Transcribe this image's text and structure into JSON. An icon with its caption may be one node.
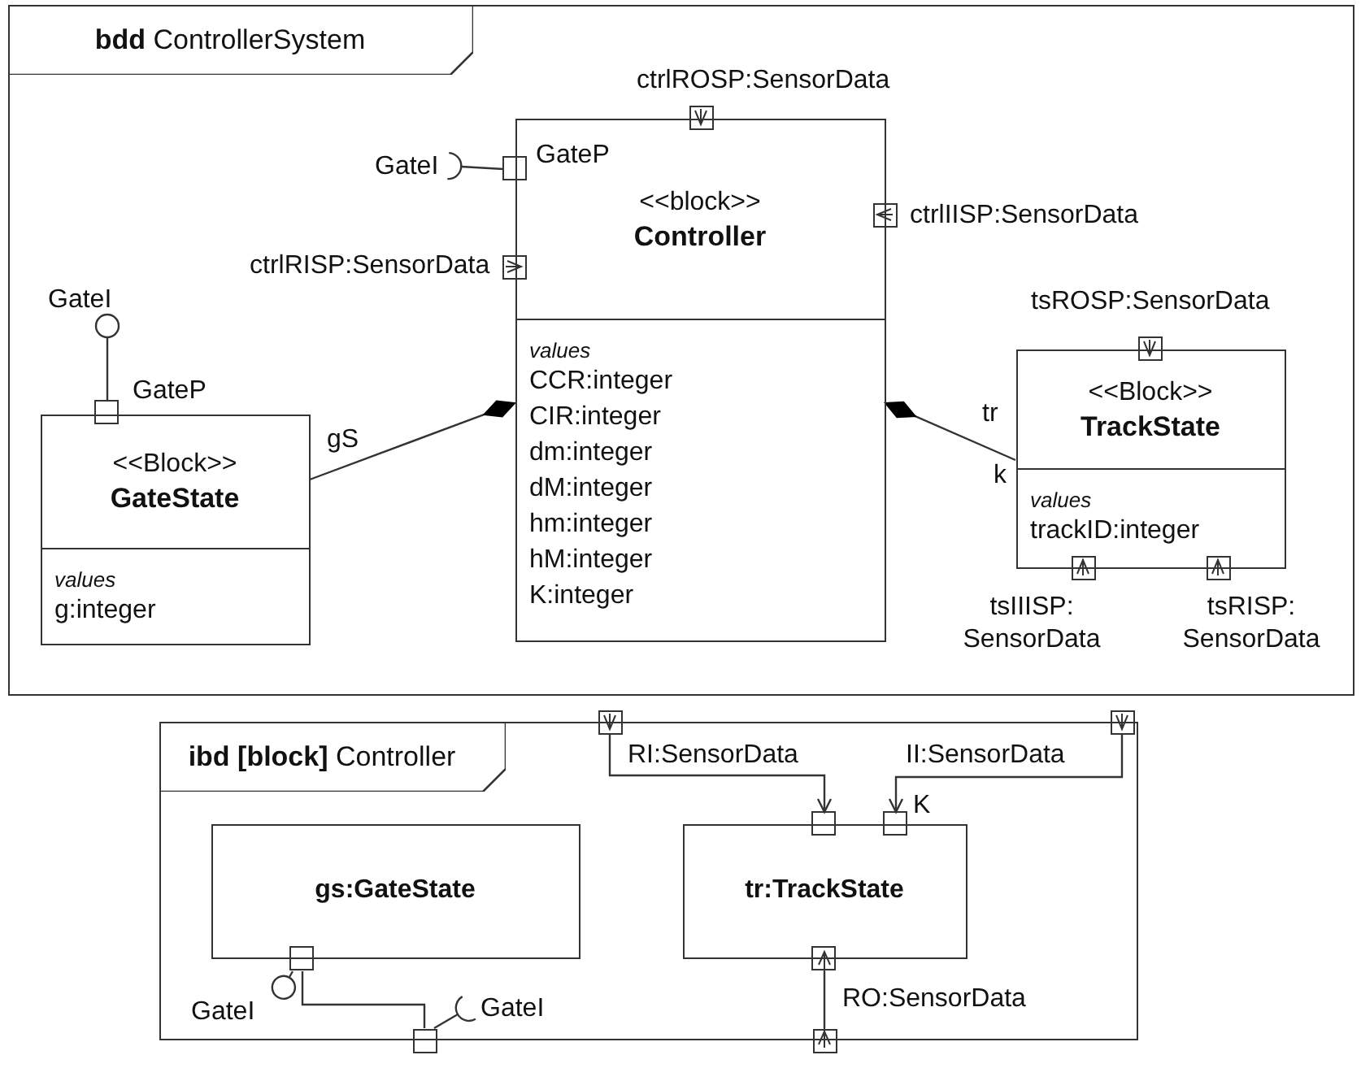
{
  "diagram": {
    "nodes": [
      {
        "text": [
          "**bdd** ControllerSystem"
        ]
      },
      {
        "text": [
          "<<block>>",
          "Controller",
          "values",
          "CCR:integer",
          "CIR:integer",
          "dm:integer",
          "dM:integer",
          "hm:integer",
          "hM:integer",
          "K:integer"
        ],
        "in": 0
      },
      {
        "text": [
          "ctrlROSP:SensorData"
        ],
        "in": 0
      },
      {
        "text": [
          "GateP"
        ],
        "in": 0
      },
      {
        "text": [
          "GateI"
        ],
        "in": 0
      },
      {
        "text": [
          "ctrlRISP:SensorData"
        ],
        "in": 0
      },
      {
        "text": [
          "ctrlIISP:SensorData"
        ],
        "in": 0
      },
      {
        "text": [
          "GateI"
        ],
        "in": 0
      },
      {
        "text": [
          "GateP"
        ],
        "in": 0
      },
      {
        "text": [
          "<<Block>>",
          "GateState",
          "values",
          "g:integer"
        ],
        "in": 0
      },
      {
        "text": [
          "tsROSP:SensorData"
        ],
        "in": 0
      },
      {
        "text": [
          "<<Block>>",
          "TrackState",
          "values",
          "trackID:integer"
        ],
        "in": 0
      },
      {
        "text": [
          "tsIIISP: SensorData"
        ],
        "in": 0
      },
      {
        "text": [
          "tsRISP: SensorData"
        ],
        "in": 0
      },
      {
        "text": [
          "**ibd [block]** Controller"
        ]
      },
      {
        "text": [],
        "shape": "box"
      },
      {
        "text": [],
        "shape": "box"
      },
      {
        "text": [
          "gs:GateState"
        ],
        "in": 14
      },
      {
        "text": [
          "tr:TrackState"
        ],
        "in": 14
      },
      {
        "text": [],
        "shape": "box",
        "in": 14
      },
      {
        "text": [
          "K"
        ],
        "in": 14
      },
      {
        "text": [],
        "shape": "box",
        "in": 14
      },
      {
        "text": [
          "GateI"
        ],
        "in": 14
      },
      {
        "text": [],
        "shape": "box",
        "in": 14
      },
      {
        "text": [],
        "shape": "box"
      },
      {
        "text": [
          "GateI"
        ],
        "in": 14
      },
      {
        "text": [],
        "shape": "box"
      }
    ],
    "edges": [
      {
        "from": 3,
        "to": 4,
        "arrow": "other"
      },
      {
        "from": 8,
        "to": 7,
        "arrow": "other"
      },
      {
        "from": 1,
        "to": 9,
        "arrow": "other",
        "label": "gS"
      },
      {
        "from": 1,
        "to": 11,
        "arrow": "other",
        "label": "tr"
      },
      {
        "from": 15,
        "to": 19,
        "arrow": "to",
        "label": "RI:SensorData"
      },
      {
        "from": 16,
        "to": 20,
        "arrow": "to",
        "label": "II:SensorData"
      },
      {
        "from": 21,
        "to": 22,
        "arrow": "other"
      },
      {
        "from": 21,
        "to": 24,
        "arrow": "none"
      },
      {
        "from": 24,
        "to": 25,
        "arrow": "other"
      },
      {
        "from": 23,
        "to": 26,
        "arrow": "other",
        "label": "RO:SensorData"
      }
    ],
    "labels": [
      "k"
    ]
  }
}
